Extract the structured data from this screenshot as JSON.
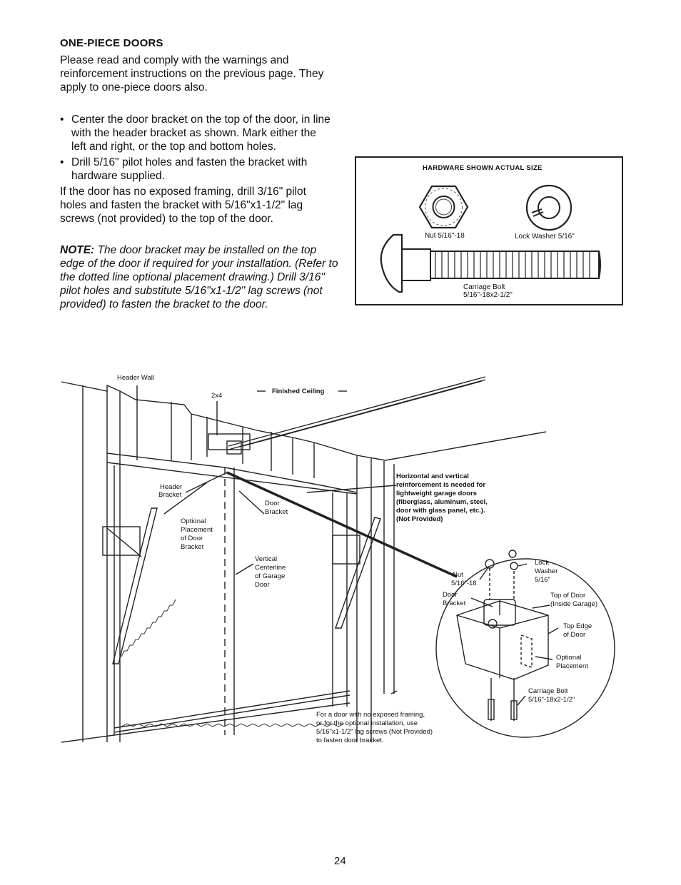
{
  "heading": "ONE-PIECE DOORS",
  "intro": "Please read and comply with the warnings and reinforcement instructions on the previous page. They apply to one-piece doors also.",
  "bullets": [
    "Center the door bracket on the top of the door, in line with the header bracket as shown. Mark either the left and right, or the top and bottom holes.",
    "Drill 5/16\" pilot holes and fasten the bracket with hardware supplied."
  ],
  "bullet_glyph": "•",
  "exposed_framing_text": "If the door has no exposed framing, drill 3/16\" pilot holes and fasten the bracket with 5/16\"x1-1/2\" lag screws (not provided) to the top of the door.",
  "note": {
    "label": "NOTE:",
    "text": "The door bracket may be installed on the top edge of the door if required for your installation. (Refer to the dotted line optional placement drawing.) Drill 3/16\" pilot holes and substitute 5/16\"x1-1/2\" lag screws (not provided) to fasten the bracket to the door."
  },
  "hardware": {
    "title": "HARDWARE SHOWN ACTUAL SIZE",
    "nut_label": "Nut  5/16\"-18",
    "washer_label": "Lock Washer  5/16\"",
    "bolt_label_1": "Carriage Bolt",
    "bolt_label_2": "5/16\"-18x2-1/2\""
  },
  "diagram_labels": {
    "header_wall": "Header Wall",
    "two_by_four": "2x4",
    "finished_ceiling": "Finished Ceiling",
    "header_bracket_1": "Header",
    "header_bracket_2": "Bracket",
    "door_bracket_1": "Door",
    "door_bracket_2": "Bracket",
    "optional_1": "Optional",
    "optional_2": "Placement",
    "optional_3": "of Door",
    "optional_4": "Bracket",
    "vertical_1": "Vertical",
    "vertical_2": "Centerline",
    "vertical_3": "of Garage",
    "vertical_4": "Door",
    "reinforcement": [
      "Horizontal and vertical",
      "reinforcement is needed for",
      "lightweight garage doors",
      "(fiberglass, aluminum, steel,",
      "door with glass panel, etc.).",
      "(Not Provided)"
    ],
    "no_framing": [
      "For a door with no exposed framing,",
      "or for the optional installation, use",
      "5/16\"x1-1/2\" lag screws (Not Provided)",
      "to fasten door bracket."
    ]
  },
  "detail_labels": {
    "lock_1": "Lock",
    "lock_2": "Washer",
    "lock_3": "5/16\"",
    "nut_1": "Nut",
    "nut_2": "5/16\"-18",
    "door_bracket_1": "Door",
    "door_bracket_2": "Bracket",
    "top_of_door_1": "Top of Door",
    "top_of_door_2": "(Inside Garage)",
    "top_edge_1": "Top Edge",
    "top_edge_2": "of Door",
    "optional_1": "Optional",
    "optional_2": "Placement",
    "carriage_1": "Carriage Bolt",
    "carriage_2": "5/16\"-18x2-1/2\""
  },
  "page_number": "24"
}
